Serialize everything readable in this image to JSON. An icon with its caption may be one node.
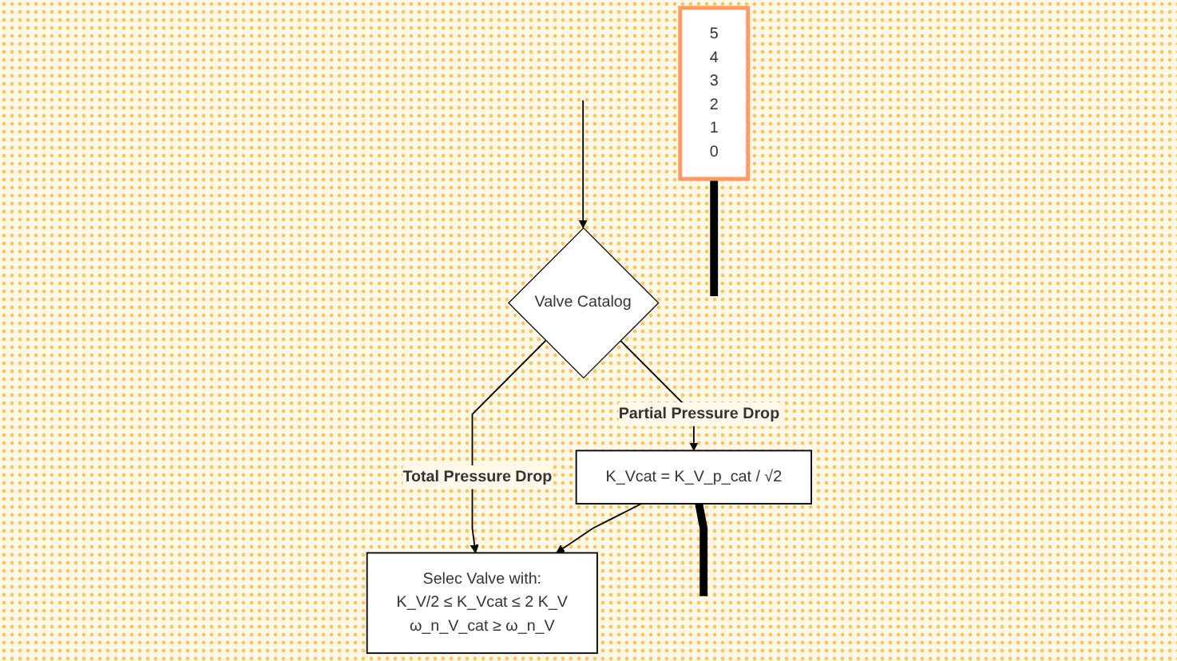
{
  "diagram": {
    "nodes": [
      {
        "text": [
          "Valve Catalog"
        ]
      },
      {
        "text": [
          "K_Vcat = K_V_p_cat / √2"
        ]
      },
      {
        "text": [
          "Selec Valve with:",
          "K_V/2 ≤ K_Vcat ≤ 2 K_V",
          "ω_n_V_cat ≥ ω_n_V"
        ]
      },
      {
        "text": [
          "5",
          "4",
          "3",
          "2",
          "1",
          "0"
        ]
      }
    ],
    "edges": [
      {
        "from": null,
        "to": 0,
        "arrow": "to"
      },
      {
        "from": 0,
        "to": 2,
        "arrow": "to",
        "label": "Total Pressure Drop"
      },
      {
        "from": 0,
        "to": 1,
        "arrow": "to",
        "label": "Partial Pressure Drop"
      },
      {
        "from": 1,
        "to": 2,
        "arrow": "to"
      },
      {
        "from": 3,
        "to": null,
        "arrow": "none",
        "style": "thick"
      },
      {
        "from": 1,
        "to": null,
        "arrow": "none",
        "style": "thick"
      }
    ]
  }
}
